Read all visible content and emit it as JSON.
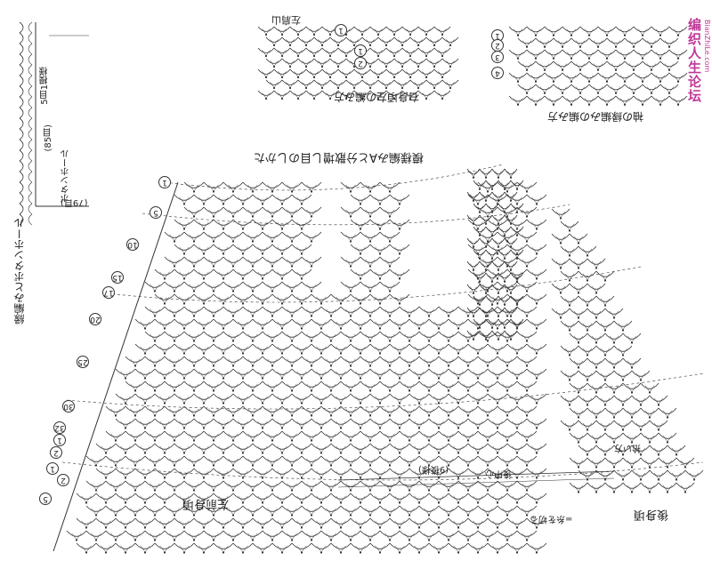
{
  "labels": {
    "top_left_center": "左肩山",
    "top_left_step": "右身頃左の編み方",
    "top_right_title": "袖の縁編みの編み方",
    "main_title": "模様編みAと分散増し目のしかた",
    "left_panel_title": "縁編みとボタンホール",
    "left_panel_count_a": "5目1模様",
    "left_panel_count_b": "(85目)",
    "left_panel_buttonhole": "ボタンホール",
    "left_panel_count_c": "(79目)",
    "center_back": "後中心",
    "dec_left": "(9模様)",
    "how_to_pick": "拾い方",
    "left_front": "左前身頃",
    "back_body": "後身頃",
    "legend": "=糸を切る"
  },
  "watermark": {
    "main": "编织人生论坛",
    "sub": "BianZhiLe.com"
  },
  "row_numbers": [
    "1",
    "5",
    "10",
    "15",
    "17",
    "20",
    "25",
    "30",
    "1",
    "2",
    "32",
    "1",
    "2",
    "5"
  ],
  "top_marks": [
    "1",
    "1",
    "2",
    "1",
    "2",
    "3",
    "4"
  ],
  "colors": {
    "ink": "#222222",
    "watermark": "#c0399a"
  }
}
